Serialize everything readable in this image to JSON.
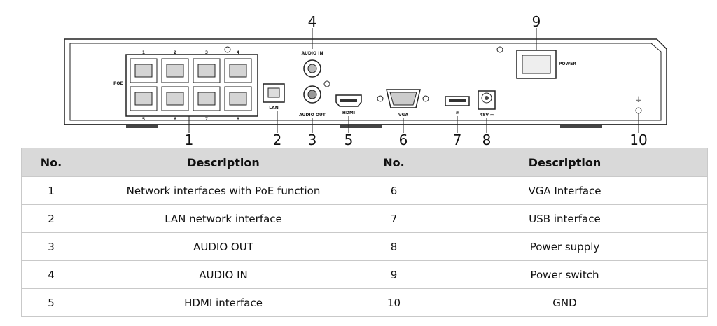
{
  "panel": {
    "labels": {
      "poe": "POE",
      "audio_in": "AUDIO IN",
      "audio_out": "AUDIO OUT",
      "lan": "LAN",
      "hdmi": "HDMI",
      "vga": "VGA",
      "usb": "⭿",
      "dc_in": "48V ⎓",
      "power": "POWER",
      "gnd_symbol": "⏚",
      "poe_port_numbers": [
        "1",
        "2",
        "3",
        "4",
        "5",
        "6",
        "7",
        "8"
      ]
    },
    "callouts": [
      "1",
      "2",
      "3",
      "4",
      "5",
      "6",
      "7",
      "8",
      "9",
      "10"
    ]
  },
  "table": {
    "headers": [
      "No.",
      "Description",
      "No.",
      "Description"
    ],
    "rows": [
      {
        "no_a": "1",
        "desc_a": "Network interfaces with PoE function",
        "no_b": "6",
        "desc_b": "VGA Interface"
      },
      {
        "no_a": "2",
        "desc_a": "LAN network interface",
        "no_b": "7",
        "desc_b": "USB interface"
      },
      {
        "no_a": "3",
        "desc_a": "AUDIO OUT",
        "no_b": "8",
        "desc_b": "Power supply"
      },
      {
        "no_a": "4",
        "desc_a": "AUDIO IN",
        "no_b": "9",
        "desc_b": "Power switch"
      },
      {
        "no_a": "5",
        "desc_a": "HDMI interface",
        "no_b": "10",
        "desc_b": "GND"
      }
    ]
  }
}
